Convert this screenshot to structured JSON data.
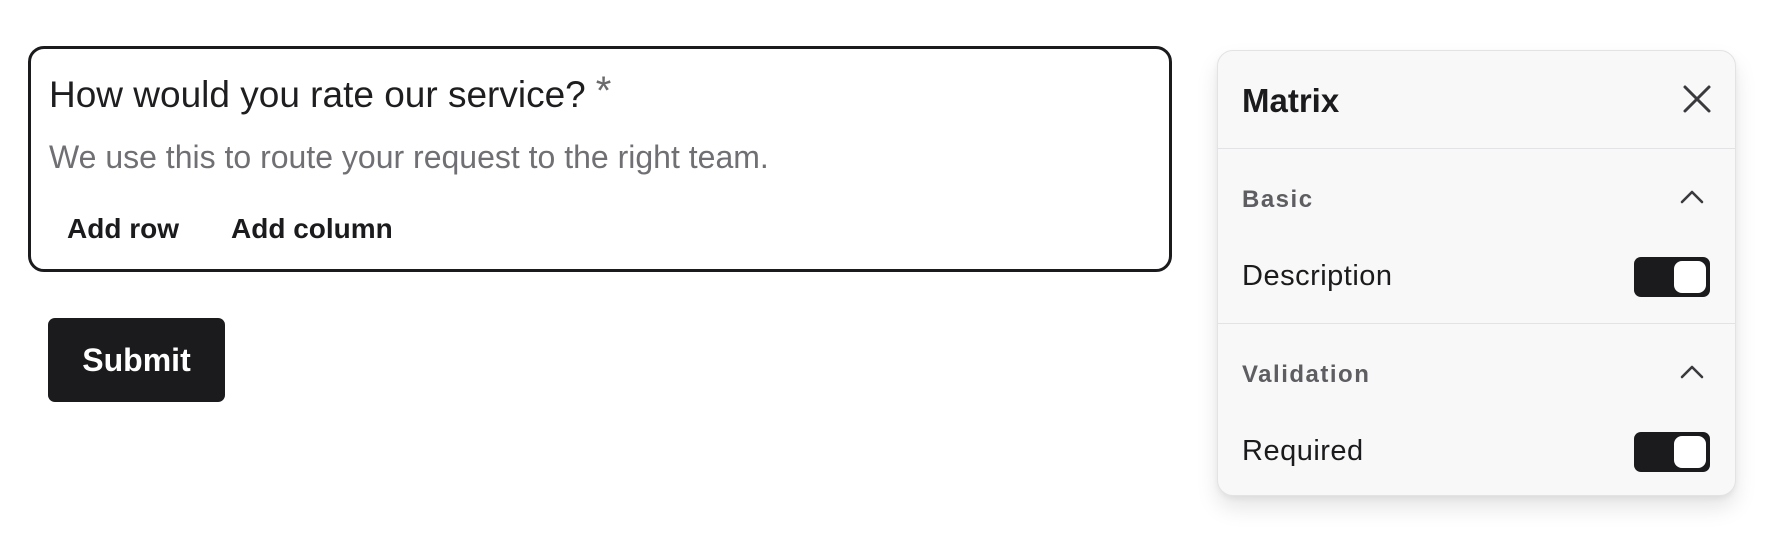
{
  "question": {
    "title": "How would you rate our service?",
    "required_marker": "*",
    "description": "We use this to route your request to the right team.",
    "actions": {
      "add_row": "Add row",
      "add_column": "Add column"
    }
  },
  "form": {
    "submit_label": "Submit"
  },
  "panel": {
    "title": "Matrix",
    "close_icon": "close-icon",
    "sections": {
      "basic": {
        "label": "Basic",
        "expanded": true,
        "rows": [
          {
            "label": "Description",
            "enabled": true
          }
        ]
      },
      "validation": {
        "label": "Validation",
        "expanded": true,
        "rows": [
          {
            "label": "Required",
            "enabled": true
          }
        ]
      }
    }
  },
  "colors": {
    "primary": "#1b1b1d",
    "muted_text": "#707074",
    "panel_bg": "#f8f8f8",
    "divider": "#e3e3e5"
  }
}
